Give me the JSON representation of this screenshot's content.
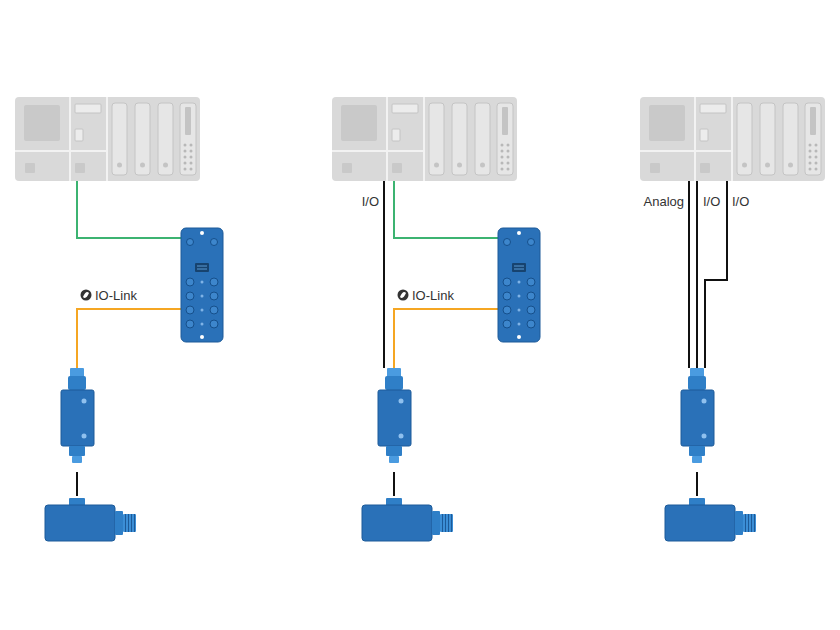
{
  "diagram": {
    "labels": [
      "IO-Link",
      "I/O",
      "IO-Link",
      "Analog",
      "I/O",
      "I/O"
    ]
  }
}
